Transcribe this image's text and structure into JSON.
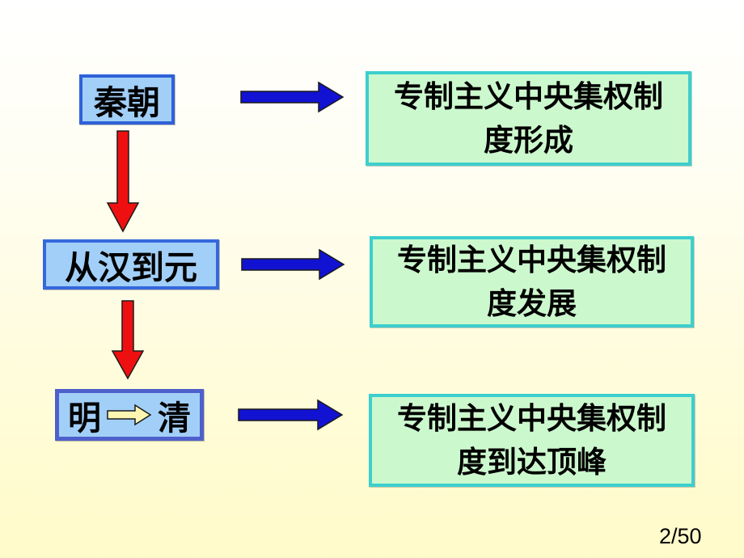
{
  "slide": {
    "page_indicator": "2/50",
    "colors": {
      "background_top": "#ffffff",
      "background_bottom": "#fffbc9",
      "dynasty_box_fill": "#a2cff8",
      "dynasty_box_border": "#2f62d8",
      "ming_qing_box_border": "#4e60ca",
      "outcome_box_fill": "#ccf8cd",
      "outcome_box_border": "#3ccfcd",
      "down_arrow_fill": "#ee1010",
      "right_arrow_fill": "#1212d2",
      "mini_arrow_fill": "#fdf6b3",
      "arrow_outline": "#1a1a1a"
    },
    "rows": [
      {
        "dynasty": "秦朝",
        "outcome_lines": [
          "专制主义中央集权制",
          "度形成"
        ]
      },
      {
        "dynasty": "从汉到元",
        "outcome_lines": [
          "专制主义中央集权制",
          "度发展"
        ]
      },
      {
        "dynasty_left": "明",
        "dynasty_right": "清",
        "outcome_lines": [
          "专制主义中央集权制",
          "度到达顶峰"
        ]
      }
    ]
  }
}
